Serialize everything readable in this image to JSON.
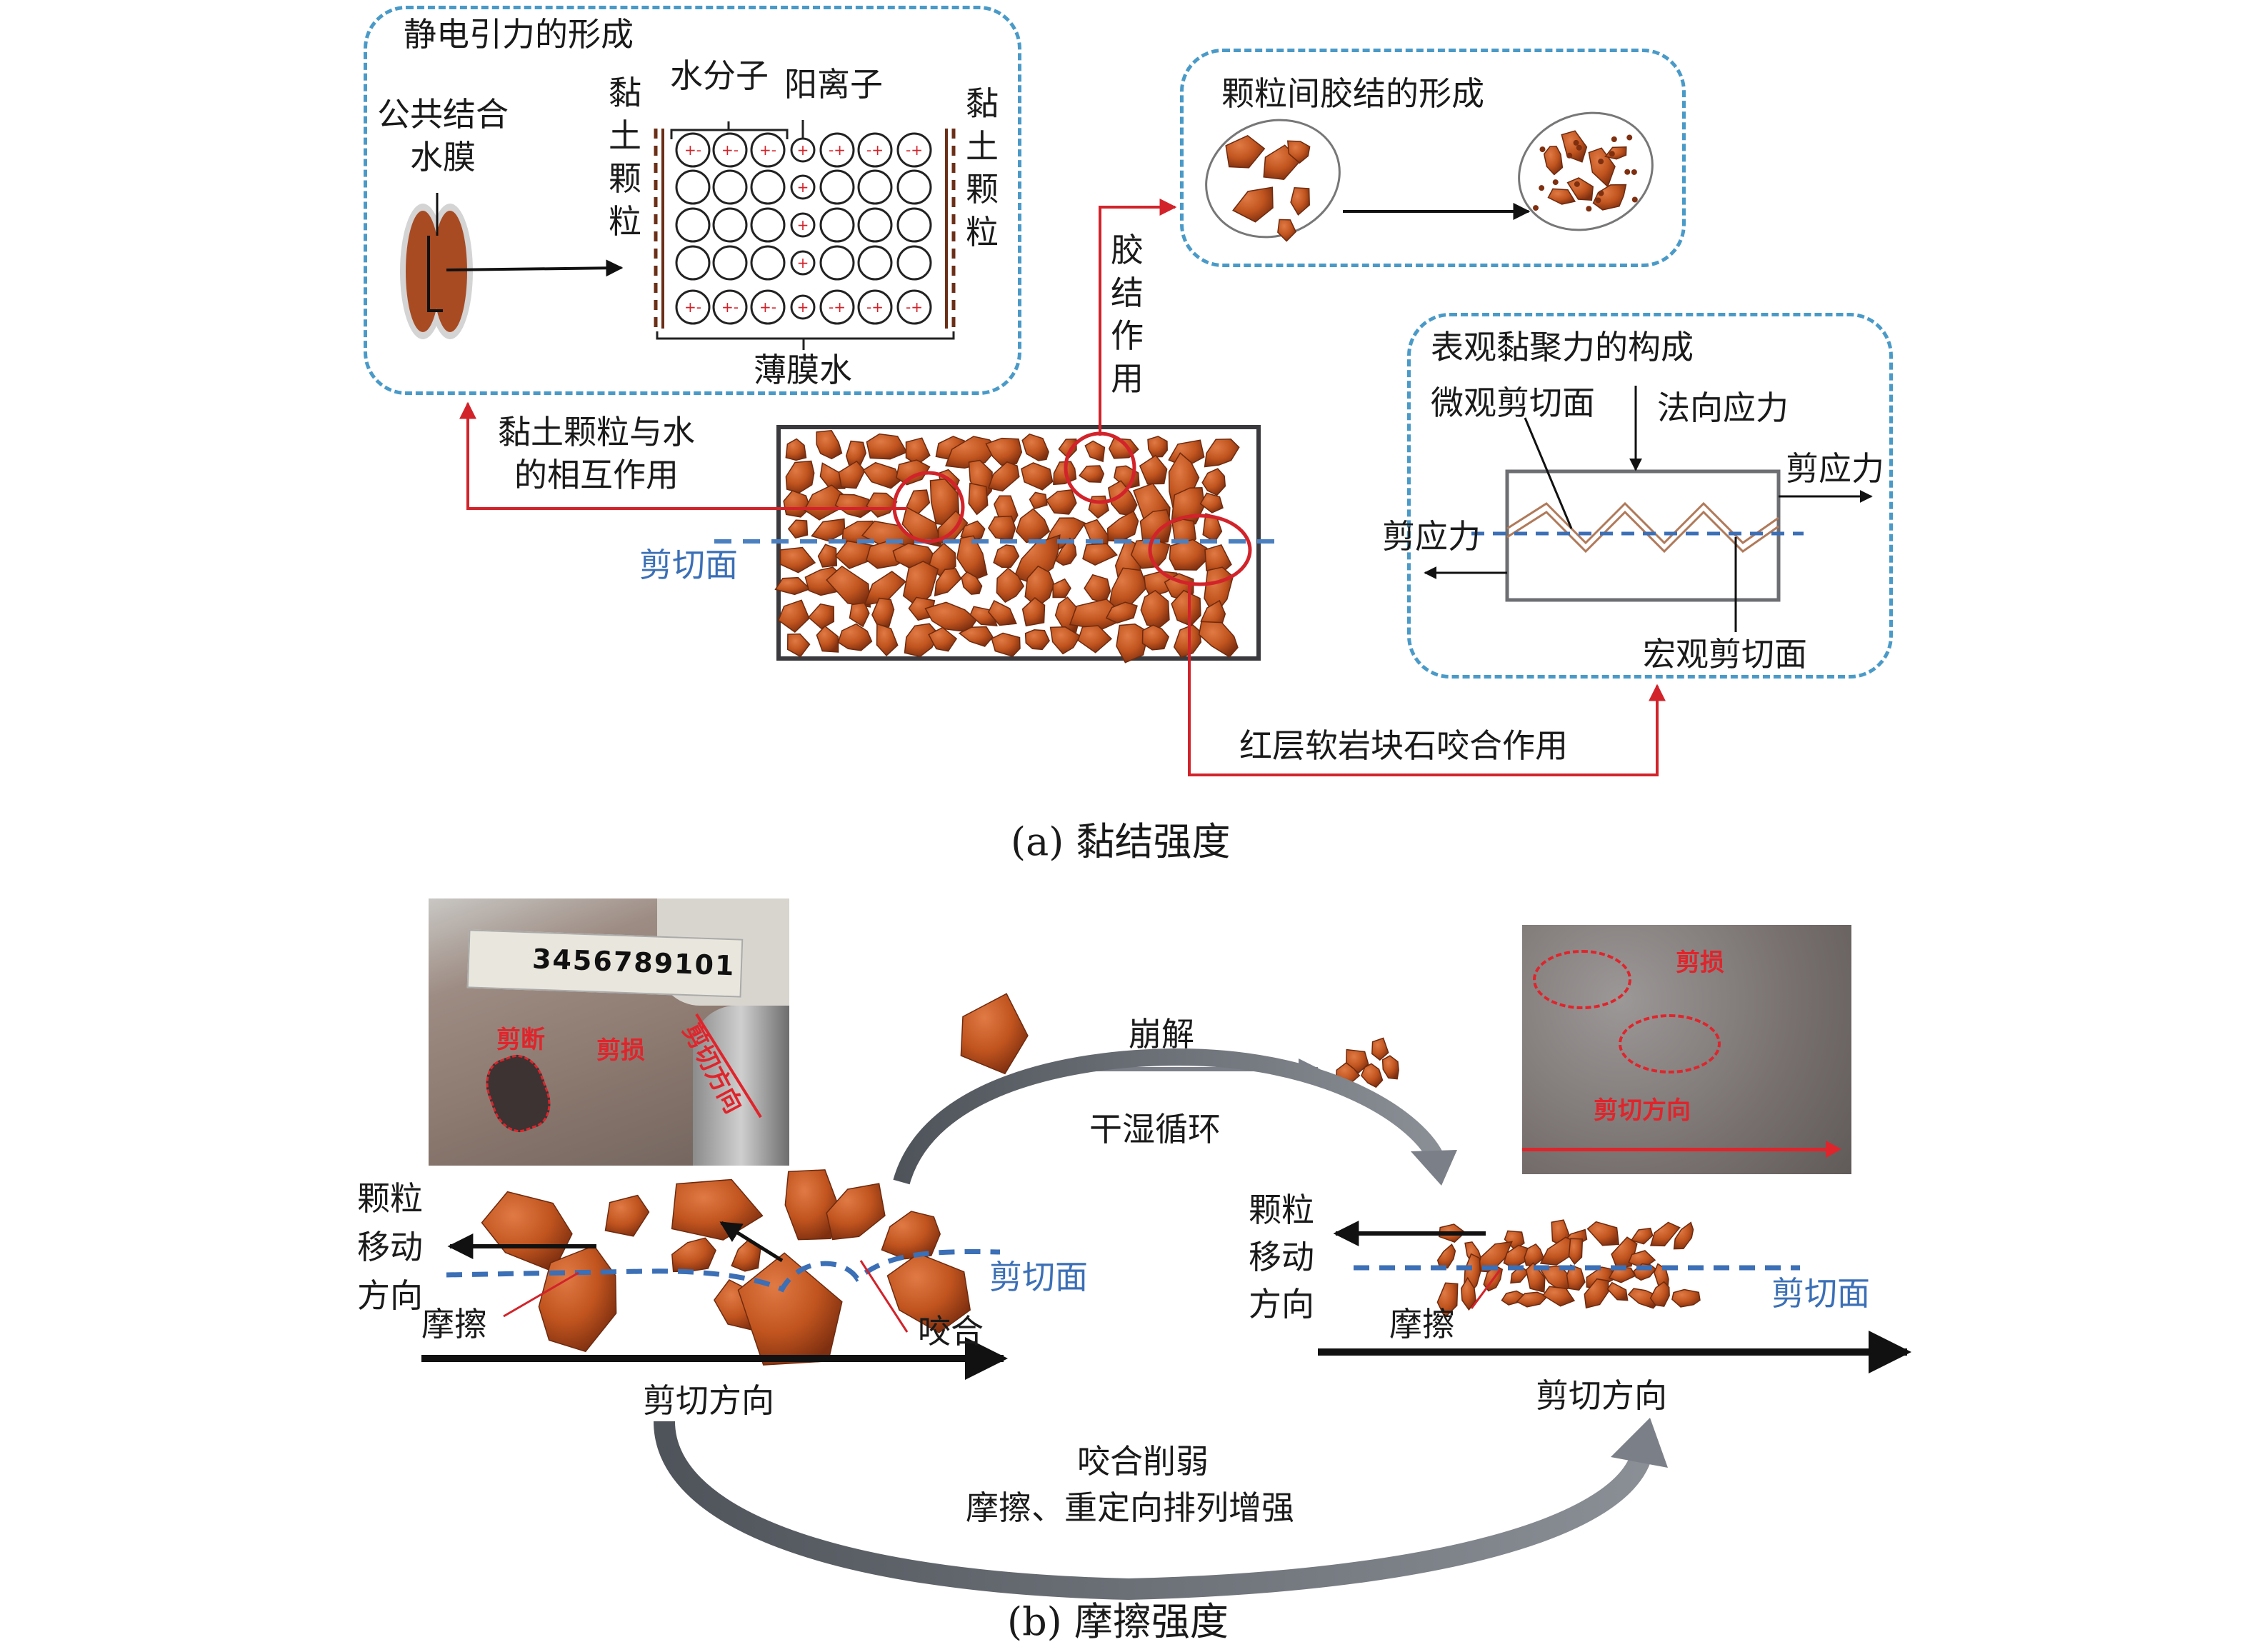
{
  "colors": {
    "dash_border": "#4a9ac8",
    "red_arrow": "#d2232a",
    "rock": "#b54a1c",
    "shear_plane": "#3b6fb6",
    "gray_arrow": "#6b7078"
  },
  "part_a": {
    "caption": "(a) 黏结强度",
    "electrostatic_box": {
      "title": "静电引力的形成",
      "shared_film_label": "公共结合水膜",
      "shared_film_line1": "公共结合",
      "shared_film_line2": "水膜",
      "water_molecule_label": "水分子",
      "cation_label": "阳离子",
      "clay_particle_left": "黏土颗粒",
      "clay_particle_right": "黏土颗粒",
      "film_water_label": "薄膜水",
      "top_row_charges": [
        "+-",
        "+-",
        "+-",
        "+",
        "-+",
        "-+",
        "-+"
      ],
      "middle_row_charges": [
        "",
        "",
        "",
        "+",
        "",
        "",
        ""
      ],
      "bottom_row_charges": [
        "+-",
        "+-",
        "+-",
        "+",
        "-+",
        "-+",
        "-+"
      ]
    },
    "cementation_box": {
      "title": "颗粒间胶结的形成"
    },
    "cohesion_box": {
      "title": "表观黏聚力的构成",
      "micro_shear": "微观剪切面",
      "normal_stress": "法向应力",
      "shear_stress_right": "剪应力",
      "shear_stress_left": "剪应力",
      "macro_shear": "宏观剪切面"
    },
    "links": {
      "clay_water": "黏土颗粒与水的相互作用",
      "clay_water_line1": "黏土颗粒与水",
      "clay_water_line2": "的相互作用",
      "cementation": "胶结作用",
      "interlock": "红层软岩块石咬合作用"
    },
    "shear_plane": "剪切面"
  },
  "part_b": {
    "caption": "(b) 摩擦强度",
    "left_photo": {
      "label_shear_break": "剪断",
      "label_shear_damage": "剪损",
      "label_direction": "剪切方向",
      "tape_digits": "3456789101"
    },
    "right_photo": {
      "label_shear_damage": "剪损",
      "label_direction": "剪切方向"
    },
    "disintegration": "崩解",
    "wet_dry_cycle": "干湿循环",
    "left_diagram": {
      "particle_move_line1": "颗粒",
      "particle_move_line2": "移动",
      "particle_move_line3": "方向",
      "friction": "摩擦",
      "interlock": "咬合",
      "shear_plane": "剪切面",
      "shear_direction": "剪切方向"
    },
    "right_diagram": {
      "particle_move_line1": "颗粒",
      "particle_move_line2": "移动",
      "particle_move_line3": "方向",
      "friction": "摩擦",
      "shear_plane": "剪切面",
      "shear_direction": "剪切方向"
    },
    "bottom_arc_line1": "咬合削弱",
    "bottom_arc_line2": "摩擦、重定向排列增强"
  }
}
